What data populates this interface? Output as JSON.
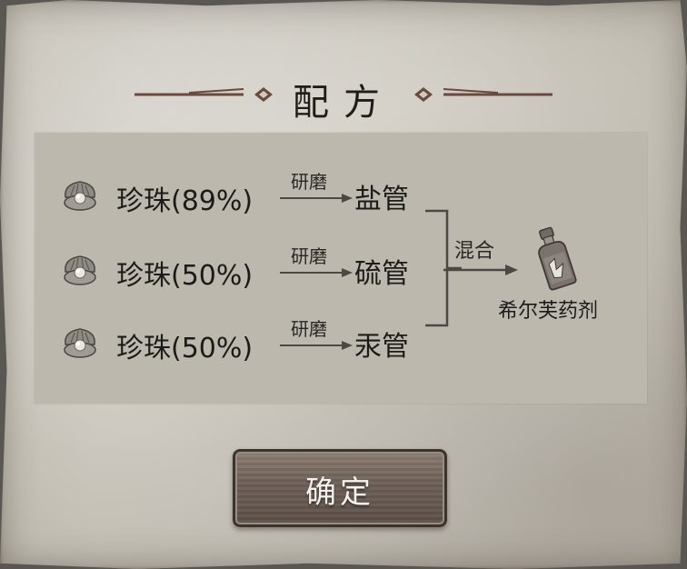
{
  "dialog": {
    "title": "配方",
    "confirm_label": "确定"
  },
  "recipe": {
    "rows": [
      {
        "ingredient": "珍珠(89%)",
        "verb": "研磨",
        "product": "盐管",
        "icon": "pearl-icon"
      },
      {
        "ingredient": "珍珠(50%)",
        "verb": "研磨",
        "product": "硫管",
        "icon": "pearl-icon"
      },
      {
        "ingredient": "珍珠(50%)",
        "verb": "研磨",
        "product": "汞管",
        "icon": "pearl-icon"
      }
    ],
    "mix_label": "混合",
    "result": "希尔芙药剂",
    "result_icon": "potion-bottle-icon"
  },
  "colors": {
    "parchment": "#cfcbc2",
    "panel": "#bcb8ae",
    "ornament": "#6b4a3e",
    "button_wood": "#6d5f56",
    "text": "#1d1b19"
  }
}
